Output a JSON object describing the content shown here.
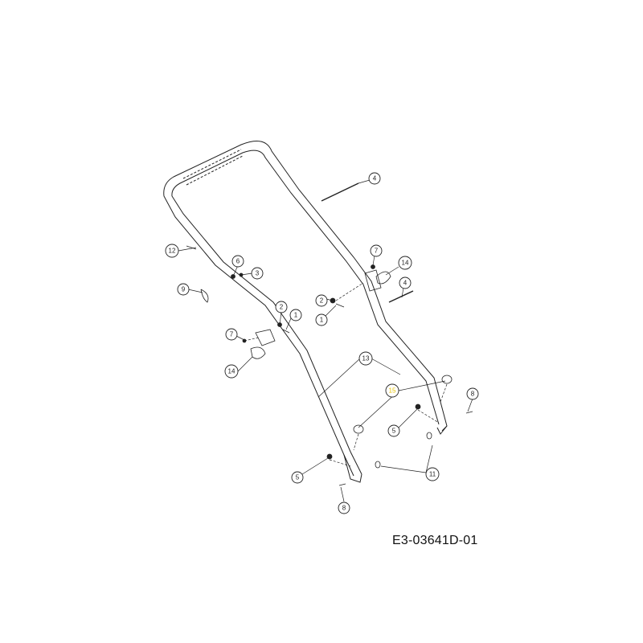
{
  "drawing_ref": "E3-03641D-01",
  "callouts": {
    "c12": "12",
    "c6": "6",
    "c3": "3",
    "c9": "9",
    "c2a": "2",
    "c1a": "1",
    "c7a": "7",
    "c14a": "14",
    "c4a": "4",
    "c7b": "7",
    "c14b": "14",
    "c2b": "2",
    "c1b": "1",
    "c4b": "4",
    "c13": "13",
    "c15": "15",
    "c8a": "8",
    "c5a": "5",
    "c5b": "5",
    "c11": "11",
    "c8b": "8"
  },
  "colors": {
    "line": "#222222",
    "highlight": "#e6c200"
  }
}
